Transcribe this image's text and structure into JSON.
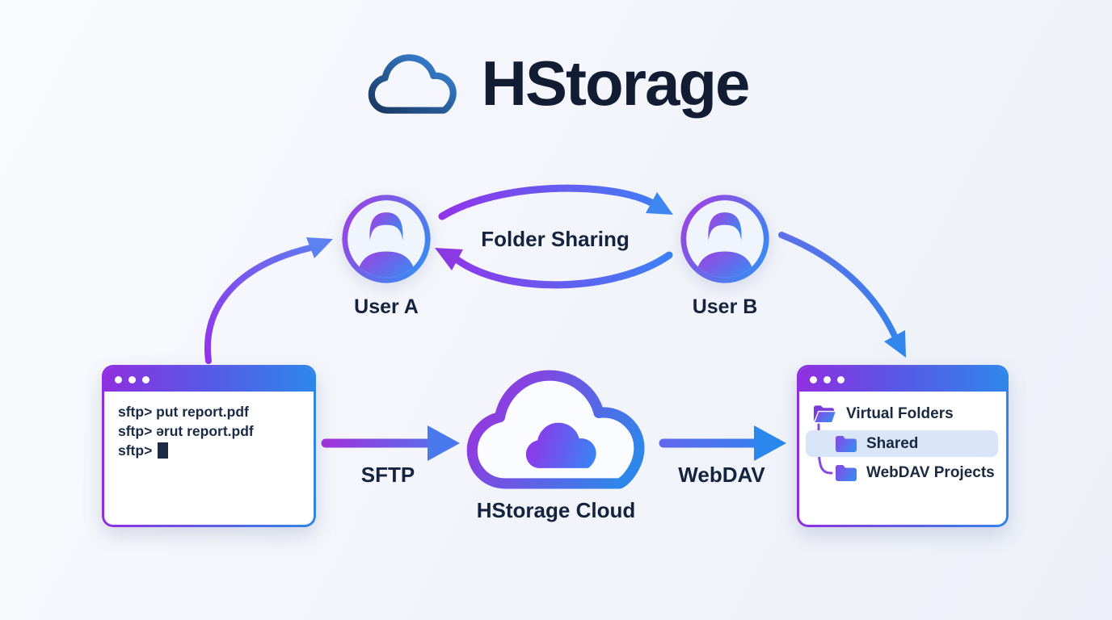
{
  "logo": {
    "title": "HStorage",
    "icon": "cloud-outline"
  },
  "sharing": {
    "label": "Folder Sharing",
    "user_a": "User A",
    "user_b": "User B",
    "avatar_icon": "person-circle"
  },
  "terminal": {
    "window_controls_icon": "three-dots",
    "line1": "sftp> put report.pdf",
    "line2": "sftp> ərut report.pdf",
    "line3_prompt": "sftp>",
    "cursor_icon": "block-cursor"
  },
  "cloud": {
    "label": "HStorage Cloud",
    "icon": "cloud-outline-with-inner-cloud"
  },
  "protocols": {
    "sftp": "SFTP",
    "webdav": "WebDAV"
  },
  "file_browser": {
    "window_controls_icon": "three-dots",
    "root_label": "Virtual Folders",
    "root_icon": "folder-open",
    "items": [
      {
        "label": "Shared",
        "selected": true,
        "icon": "folder-closed"
      },
      {
        "label": "WebDAV Projects",
        "selected": false,
        "icon": "folder-closed"
      }
    ]
  },
  "colors": {
    "purple": "#9333ea",
    "blue": "#3b82f6",
    "navy": "#16233f",
    "selection": "#d9e6f9"
  }
}
